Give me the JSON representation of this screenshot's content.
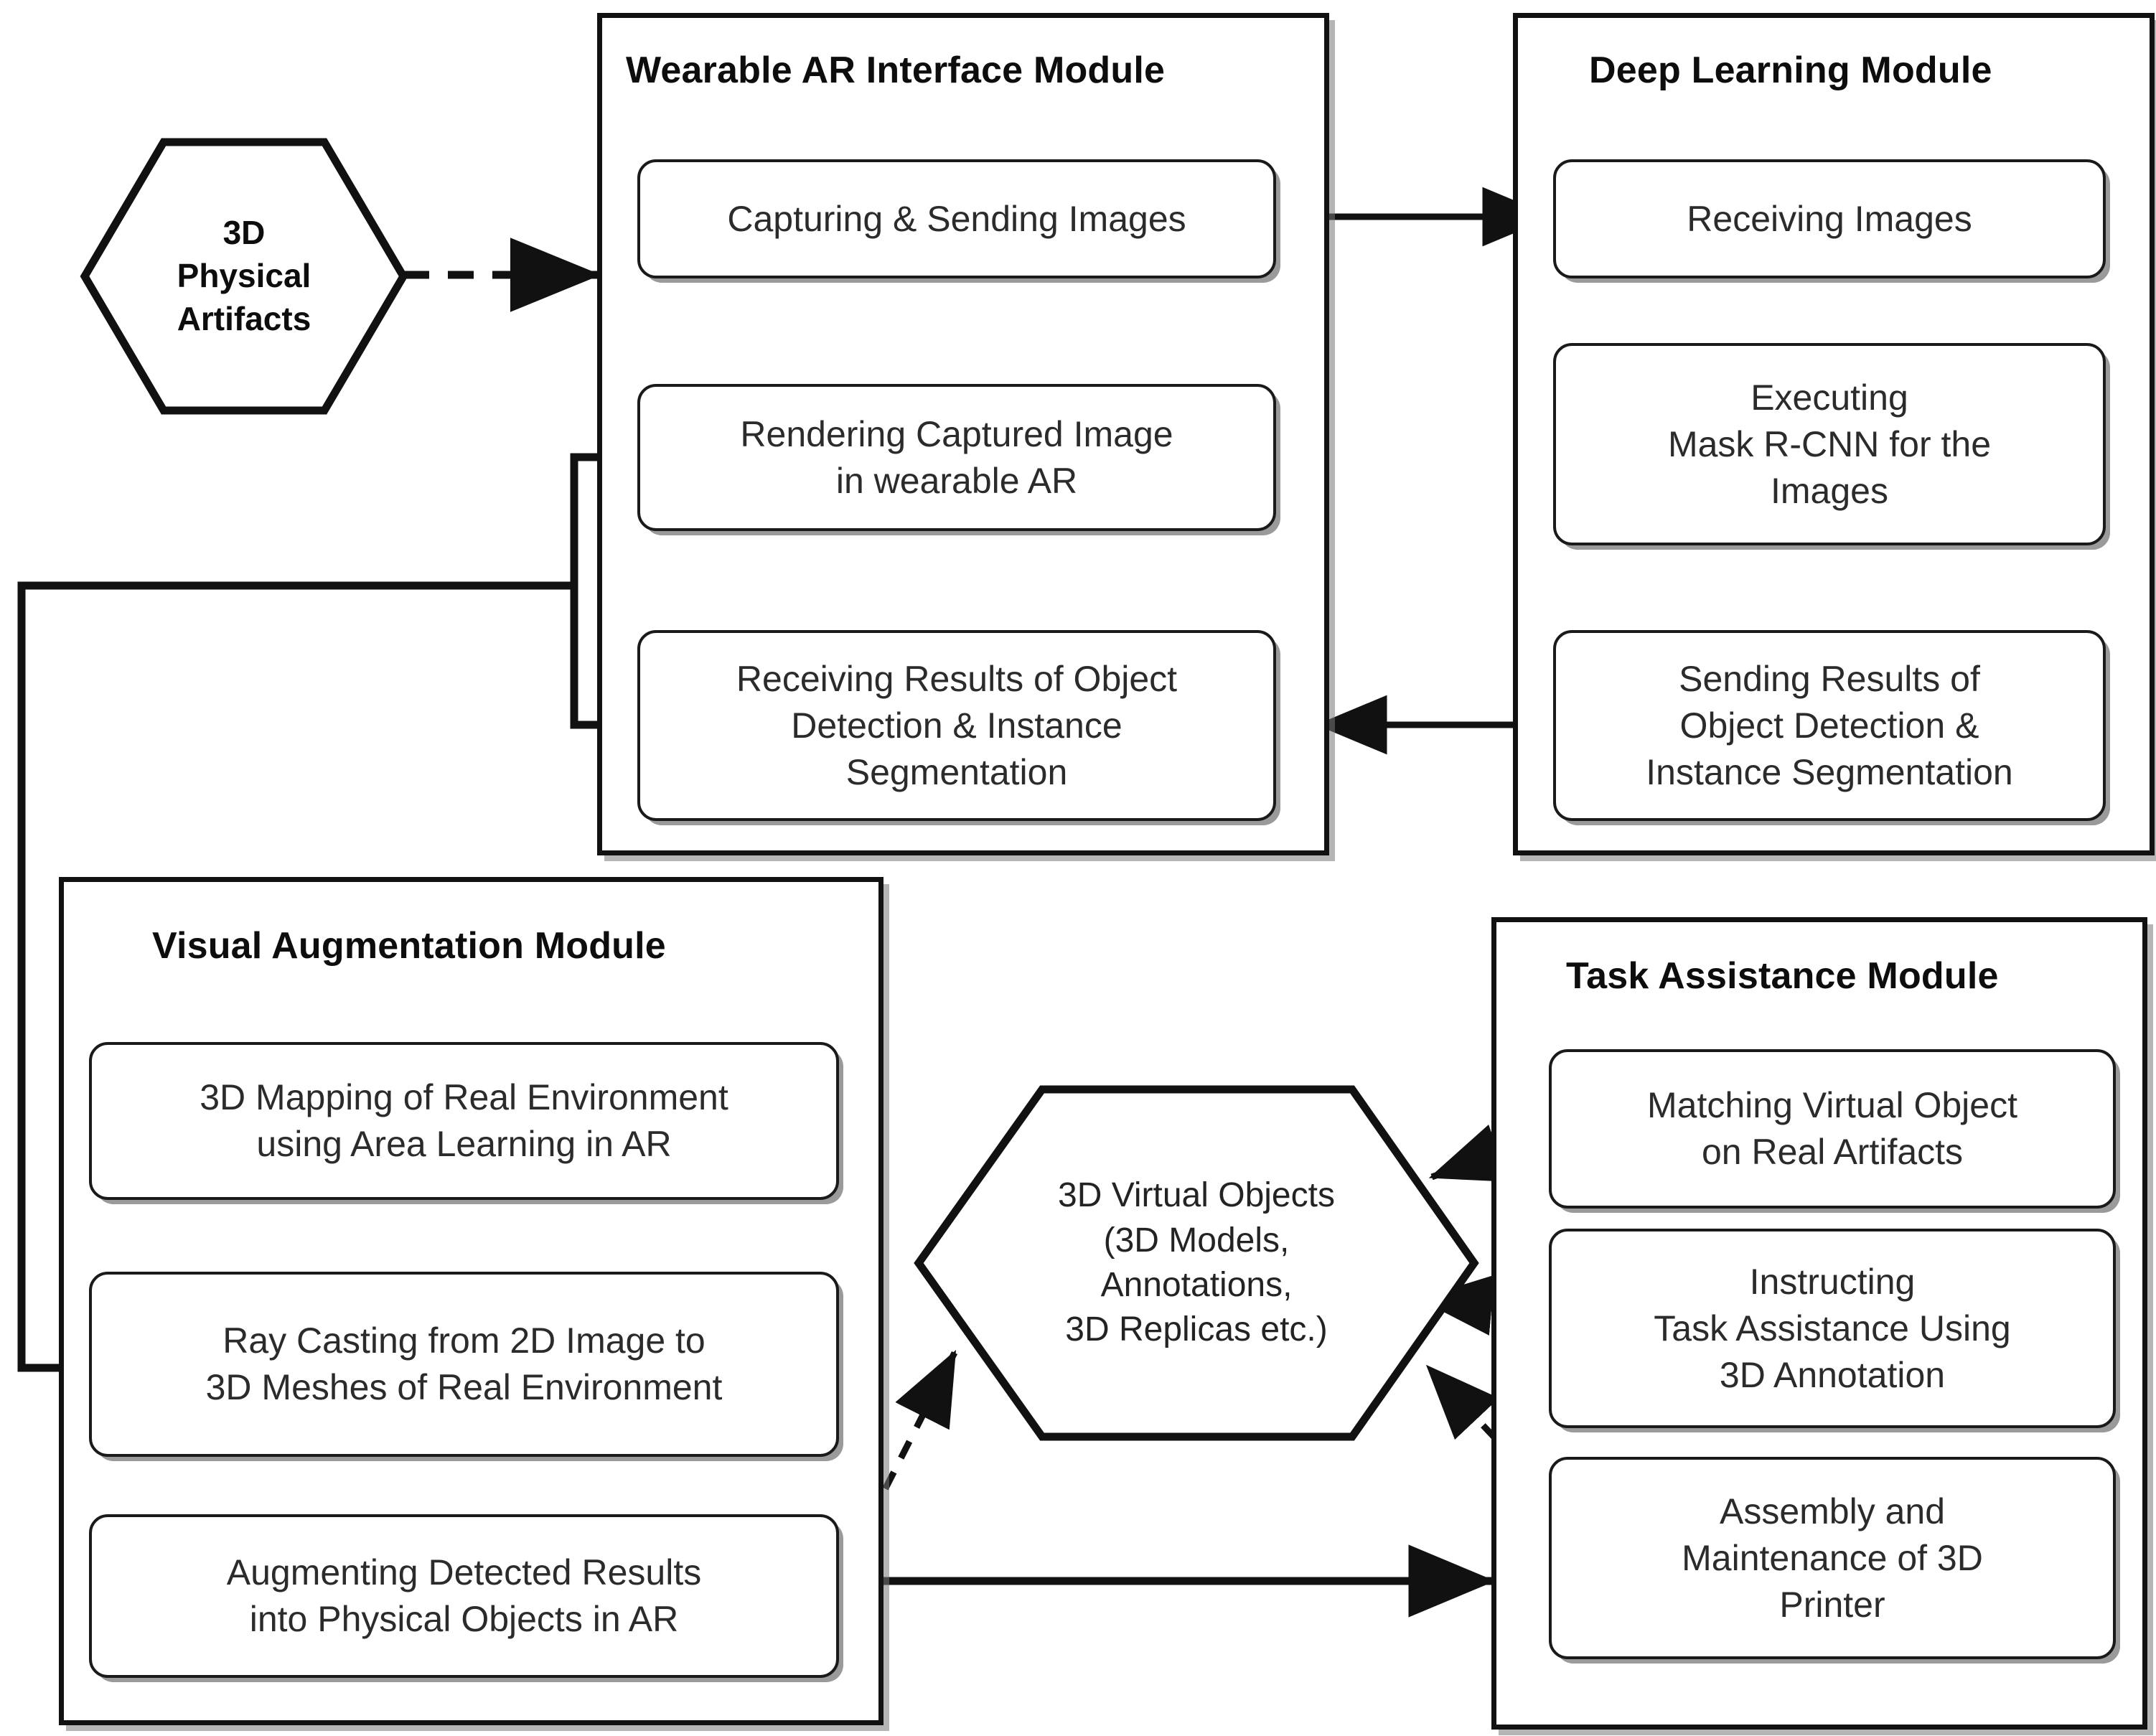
{
  "diagram": {
    "title_visible": false,
    "colors": {
      "stroke": "#111111",
      "box_stroke": "#1a1a1a",
      "text": "#2b2b2b",
      "background": "#ffffff",
      "shadow": "#787878"
    }
  },
  "inputs": {
    "physical_artifacts": {
      "label_lines": [
        "3D",
        "Physical",
        "Artifacts"
      ],
      "shape": "hexagon"
    },
    "virtual_objects": {
      "label_lines": [
        "3D Virtual Objects",
        "(3D Models,",
        "Annotations,",
        "3D Replicas etc.)"
      ],
      "shape": "hexagon"
    }
  },
  "modules": [
    {
      "id": "wearable-ar-interface",
      "title": "Wearable AR Interface Module",
      "steps": [
        {
          "id": "capturing-sending-images",
          "lines": [
            "Capturing & Sending Images"
          ]
        },
        {
          "id": "rendering-captured-image",
          "lines": [
            "Rendering Captured Image",
            "in wearable AR"
          ]
        },
        {
          "id": "receiving-results",
          "lines": [
            "Receiving Results of Object",
            "Detection & Instance",
            "Segmentation"
          ]
        }
      ]
    },
    {
      "id": "deep-learning",
      "title": "Deep Learning Module",
      "steps": [
        {
          "id": "receiving-images",
          "lines": [
            "Receiving Images"
          ]
        },
        {
          "id": "executing-mask-rcnn",
          "lines": [
            "Executing",
            "Mask R-CNN for the",
            "Images"
          ]
        },
        {
          "id": "sending-results",
          "lines": [
            "Sending Results of",
            "Object Detection &",
            "Instance Segmentation"
          ]
        }
      ]
    },
    {
      "id": "visual-augmentation",
      "title": "Visual Augmentation Module",
      "steps": [
        {
          "id": "3d-mapping",
          "lines": [
            "3D Mapping of Real Environment",
            "using Area Learning in AR"
          ]
        },
        {
          "id": "ray-casting",
          "lines": [
            "Ray Casting from 2D Image to",
            "3D Meshes of Real Environment"
          ]
        },
        {
          "id": "augmenting-detected-results",
          "lines": [
            "Augmenting Detected Results",
            "into Physical Objects in AR"
          ]
        }
      ]
    },
    {
      "id": "task-assistance",
      "title": "Task Assistance Module",
      "steps": [
        {
          "id": "matching-virtual-object",
          "lines": [
            "Matching Virtual Object",
            "on Real Artifacts"
          ]
        },
        {
          "id": "instructing-task-assistance",
          "lines": [
            "Instructing",
            "Task Assistance Using",
            "3D Annotation"
          ]
        },
        {
          "id": "assembly-maintenance",
          "lines": [
            "Assembly and",
            "Maintenance of 3D",
            "Printer"
          ]
        }
      ]
    }
  ],
  "connections": [
    {
      "from": "physical-artifacts",
      "to": "wearable-ar-interface",
      "style": "dashed",
      "arrow": "end"
    },
    {
      "from": "capturing-sending-images",
      "to": "rendering-captured-image",
      "style": "solid",
      "arrow": "end"
    },
    {
      "from": "capturing-sending-images",
      "to": "receiving-images",
      "style": "solid",
      "arrow": "end"
    },
    {
      "from": "receiving-images",
      "to": "executing-mask-rcnn",
      "style": "solid",
      "arrow": "end"
    },
    {
      "from": "executing-mask-rcnn",
      "to": "sending-results",
      "style": "solid",
      "arrow": "end"
    },
    {
      "from": "sending-results",
      "to": "receiving-results",
      "style": "solid",
      "arrow": "end"
    },
    {
      "from": "receiving-results",
      "to": "ray-casting",
      "style": "solid",
      "arrow": "end"
    },
    {
      "from": "3d-mapping",
      "to": "ray-casting",
      "style": "solid",
      "arrow": "end"
    },
    {
      "from": "ray-casting",
      "to": "augmenting-detected-results",
      "style": "solid",
      "arrow": "end"
    },
    {
      "from": "augmenting-detected-results",
      "to": "task-assistance",
      "style": "solid",
      "arrow": "end"
    },
    {
      "from": "augmenting-detected-results",
      "to": "virtual-objects",
      "style": "dashed",
      "arrow": "end"
    },
    {
      "from": "matching-virtual-object",
      "to": "virtual-objects",
      "style": "dashed",
      "arrow": "end"
    },
    {
      "from": "instructing-task-assistance",
      "to": "virtual-objects",
      "style": "dashed",
      "arrow": "end"
    },
    {
      "from": "assembly-maintenance",
      "to": "virtual-objects",
      "style": "dashed",
      "arrow": "end"
    }
  ]
}
